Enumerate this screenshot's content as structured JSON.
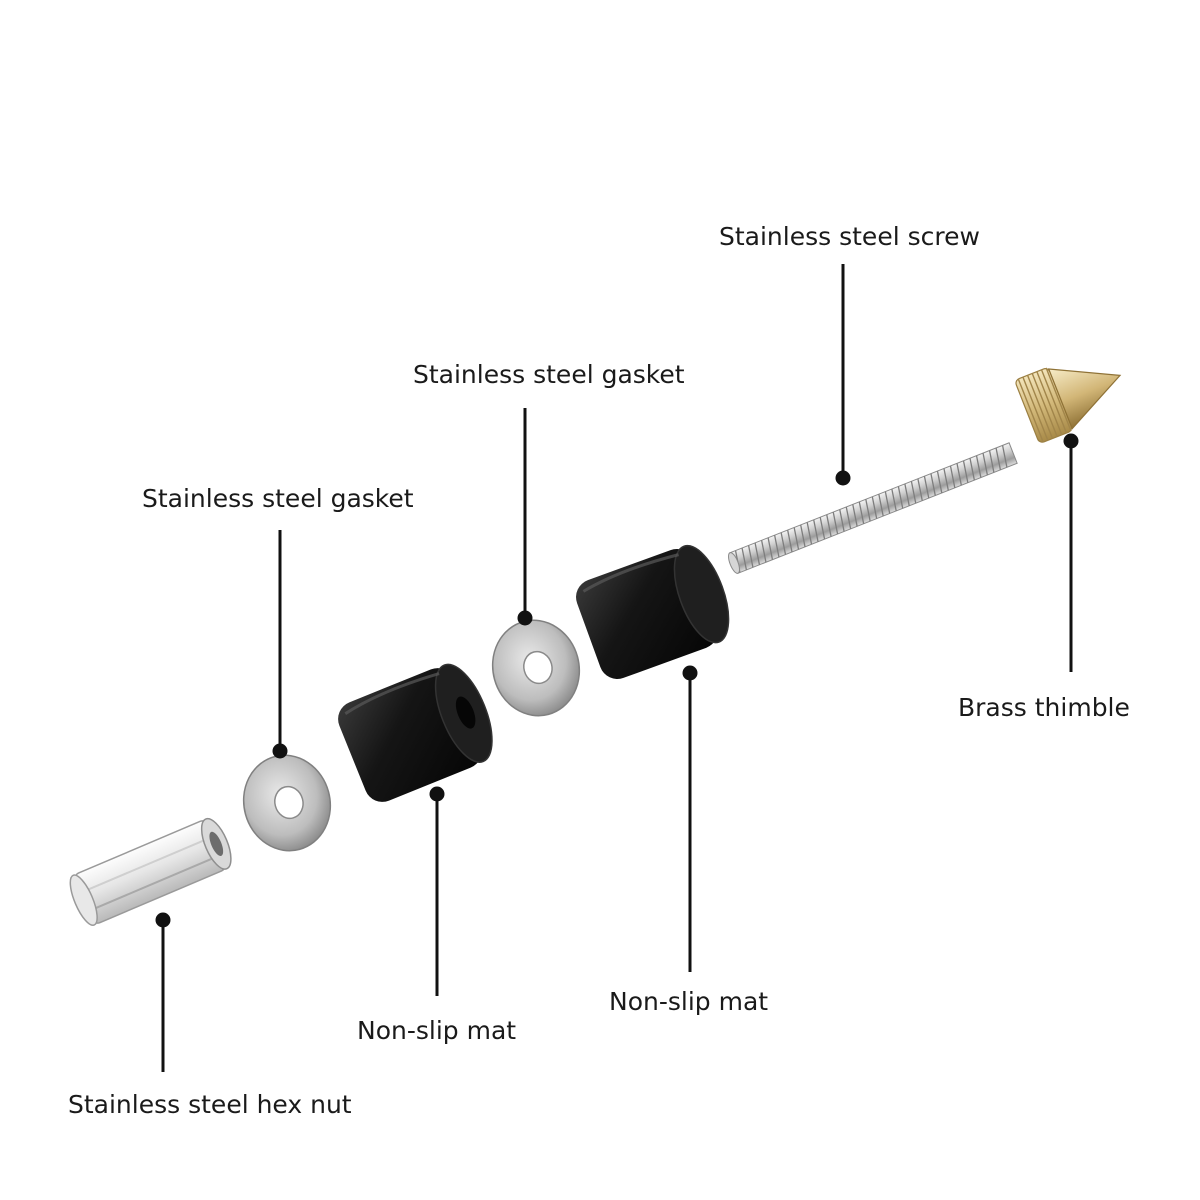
{
  "labels": {
    "screw": "Stainless steel screw",
    "gasket_upper": "Stainless steel gasket",
    "gasket_lower": "Stainless steel gasket",
    "thimble": "Brass thimble",
    "mat_upper": "Non-slip mat",
    "mat_lower": "Non-slip mat",
    "hex_nut": "Stainless steel hex nut"
  },
  "colors": {
    "leader_line": "#111111",
    "rubber": "#141414",
    "steel": "#c4c4c4",
    "brass": "#d8c28a"
  }
}
